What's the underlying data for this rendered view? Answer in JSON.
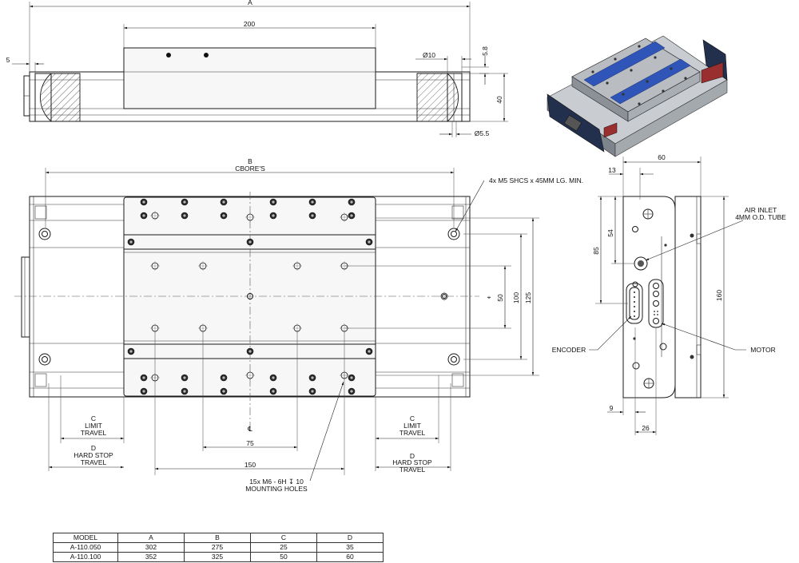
{
  "top_view": {
    "dim_a": "A",
    "dim_200": "200",
    "dim_5": "5",
    "dim_dia10": "Ø10",
    "dim_5_8": "5.8",
    "dim_40": "40",
    "dim_dia5_5": "Ø5.5"
  },
  "main_view": {
    "dim_b": "B",
    "cbores": "CBORE'S",
    "callout_shcs": "4x M5 SHCS x 45MM LG. MIN.",
    "dim_50": "50",
    "dim_100": "100",
    "dim_125": "125",
    "dim_75": "75",
    "dim_150": "150",
    "center_mark": "℄",
    "limit_travel_left": [
      "C",
      "LIMIT",
      "TRAVEL"
    ],
    "hard_stop_left": [
      "D",
      "HARD STOP",
      "TRAVEL"
    ],
    "limit_travel_right": [
      "C",
      "LIMIT",
      "TRAVEL"
    ],
    "hard_stop_right": [
      "D",
      "HARD STOP",
      "TRAVEL"
    ],
    "mounting_holes": [
      "15x M6 - 6H ↧ 10",
      "MOUNTING HOLES"
    ]
  },
  "side_view": {
    "dim_60": "60",
    "dim_13": "13",
    "dim_54": "54",
    "dim_85": "85",
    "dim_160": "160",
    "dim_9": "9",
    "dim_26": "26",
    "air_inlet": [
      "AIR INLET",
      "4MM O.D. TUBE"
    ],
    "encoder": "ENCODER",
    "motor": "MOTOR"
  },
  "spec_table": {
    "headers": [
      "MODEL",
      "A",
      "B",
      "C",
      "D"
    ],
    "rows": [
      [
        "A-110.050",
        "302",
        "275",
        "25",
        "35"
      ],
      [
        "A-110.100",
        "352",
        "325",
        "50",
        "60"
      ]
    ]
  },
  "colors": {
    "rail_blue": "#2f55b8",
    "body_grey": "#9aa0a6",
    "end_block_navy": "#23304d",
    "bumper_red": "#9a2f2f"
  }
}
